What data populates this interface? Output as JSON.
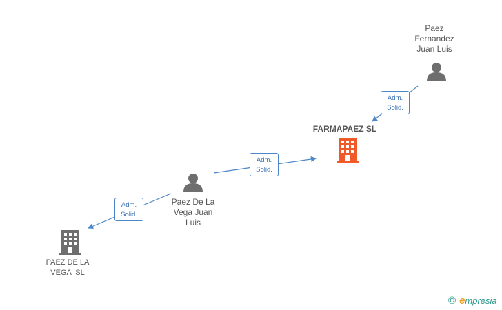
{
  "nodes": {
    "paez_fernandez": {
      "name_lines": [
        "Paez",
        "Fernandez",
        "Juan Luis"
      ],
      "icon": "person-icon"
    },
    "farmapaez": {
      "name": "FARMAPAEZ SL",
      "icon": "building-icon",
      "color": "#f05a28"
    },
    "paez_de_la_vega_person": {
      "name_lines": [
        "Paez De La",
        "Vega Juan",
        "Luis"
      ],
      "icon": "person-icon"
    },
    "paez_de_la_vega_company": {
      "name_lines": [
        "PAEZ DE LA",
        "VEGA  SL"
      ],
      "icon": "building-icon",
      "color": "#6e6e6e"
    }
  },
  "edges": [
    {
      "line1": "Adm.",
      "line2": "Solid."
    },
    {
      "line1": "Adm.",
      "line2": "Solid."
    },
    {
      "line1": "Adm.",
      "line2": "Solid."
    }
  ],
  "brand": {
    "copyright": "©",
    "initial": "e",
    "rest": "mpresia"
  },
  "colors": {
    "edge": "#4a86c8",
    "person": "#6e6e6e"
  }
}
